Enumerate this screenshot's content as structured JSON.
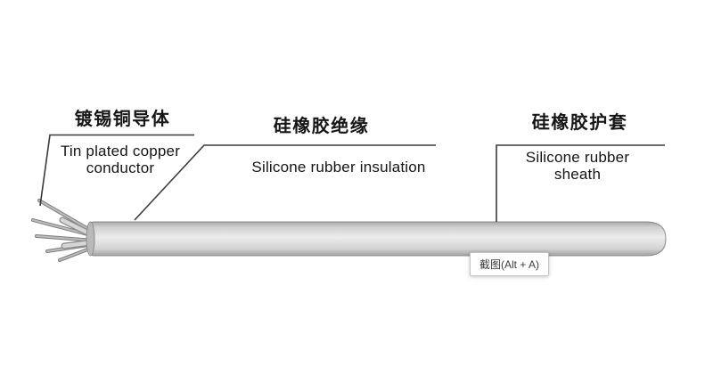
{
  "diagram": {
    "title_semantic": "silicone-rubber-cable-structure",
    "label_conductor": {
      "zh": "镀锡铜导体",
      "en1": "Tin plated copper",
      "en2": "conductor"
    },
    "label_insulation": {
      "zh": "硅橡胶绝缘",
      "en1": "Silicone rubber insulation"
    },
    "label_sheath": {
      "zh": "硅橡胶护套",
      "en1": "Silicone rubber",
      "en2": "sheath"
    },
    "colors": {
      "background": "#ffffff",
      "cable_body": "#d9d9d9",
      "cable_edge": "#8c8c8c",
      "leader_line": "#3a3a3a",
      "text": "#161616"
    }
  },
  "overlay": {
    "screenshot_tooltip": "截图(Alt + A)"
  }
}
